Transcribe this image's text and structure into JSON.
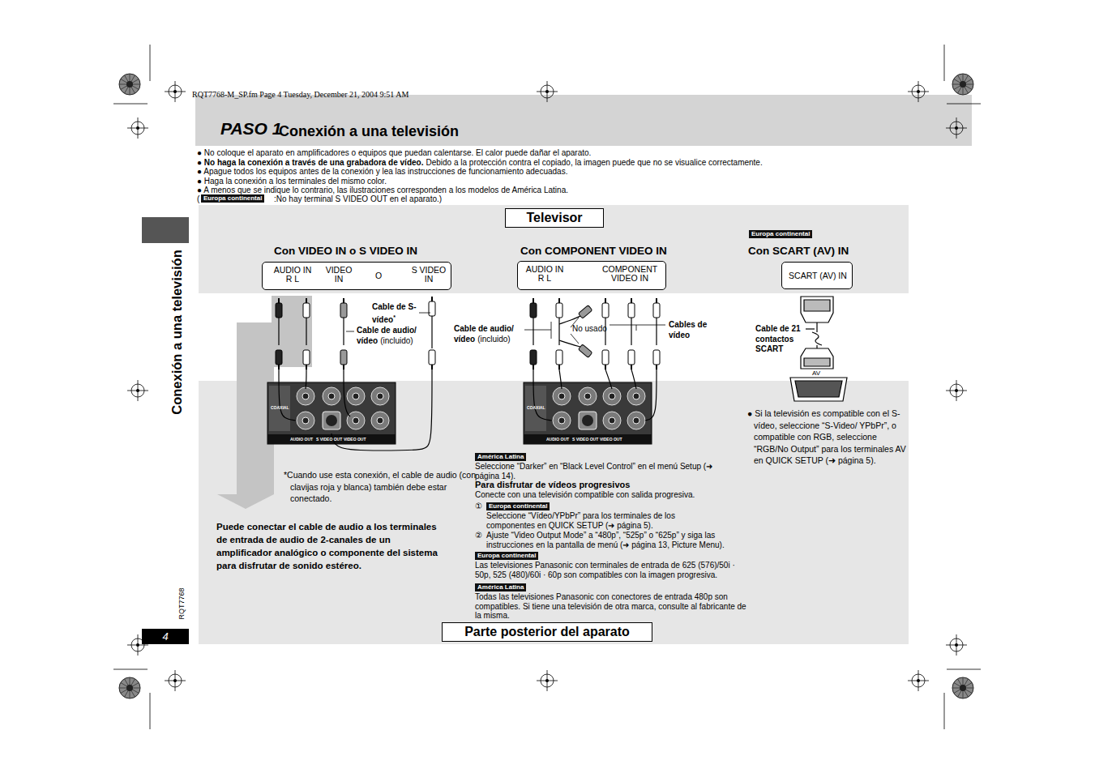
{
  "diagram": {
    "title": "Conexión a una televisión",
    "nodes": [
      {
        "text": [
          "Europa continental"
        ]
      },
      {
        "text": [
          "Televisor"
        ]
      },
      {
        "text": [
          "AUDIO IN R L",
          "VIDEO IN",
          "O",
          "S VIDEO IN"
        ]
      },
      {
        "text": [
          "AUDIO IN R L",
          "COMPONENT VIDEO IN"
        ]
      },
      {
        "text": [
          "Europa continental"
        ]
      },
      {
        "text": [
          "SCART (AV) IN"
        ]
      },
      {
        "text": [
          "América Latina"
        ]
      },
      {
        "text": [
          "Europa continental"
        ]
      },
      {
        "text": [
          "Europa continental"
        ]
      },
      {
        "text": [
          "América Latina"
        ]
      },
      {
        "text": [
          "Parte posterior del aparato"
        ]
      },
      {
        "text": [
          "4"
        ]
      }
    ],
    "labels": [
      "RQT7768-M_SP.fm Page 4 Tuesday, December 21, 2004 9:51 AM",
      "PASO 1",
      "● No coloque el aparato en amplificadores o equipos que puedan calentarse. El calor puede dañar el aparato.",
      "● No haga la conexión a través de una grabadora de vídeo.",
      "Debido a la protección contra el copiado, la imagen puede que no se visualice correctamente.",
      "● Apague todos los equipos antes de la conexión y lea las instrucciones de funcionamiento adecuadas.",
      "● Haga la conexión a los terminales del mismo color.",
      "● A menos que se indique lo contrario, las ilustraciones corresponden a los modelos de América Latina.",
      "(",
      ":No hay terminal S VIDEO OUT en el aparato.)",
      "Con VIDEO IN o S VIDEO IN",
      "Con COMPONENT VIDEO IN",
      "Con SCART (AV) IN",
      "Cable de S-vídeo",
      "*",
      "Cable de audio/ vídeo",
      "(incluido)",
      "Cable de audio/ vídeo",
      "(incluido)",
      "No usado",
      "Cables de vídeo",
      "Cable de 21 contactos SCART",
      "AV",
      "AUDIO OUT",
      "S VIDEO OUT",
      "VIDEO OUT",
      "AUDIO OUT",
      "S VIDEO OUT",
      "VIDEO OUT",
      "COAXIAL",
      "COAXIAL",
      "*Cuando use esta conexión, el cable de audio (con clavijas roja y blanca) también debe estar conectado.",
      "Puede conectar el cable de audio a los terminales de entrada de audio de 2-canales de un amplificador analógico o componente del sistema para disfrutar de sonido estéreo.",
      "Seleccione “Darker” en “Black Level Control” en el menú Setup (➜ página 14).",
      "Para disfrutar de vídeos progresivos",
      "Conecte con una televisión compatible con salida progresiva.",
      "①",
      "Seleccione “Vídeo/YPbPr” para los terminales de los componentes en QUICK SETUP (➜ página 5).",
      "②",
      "Ajuste “Video Output Mode” a “480p”, “525p” o “625p” y siga las instrucciones en la pantalla de menú (➜ página 13, Picture Menu).",
      "Las televisiones Panasonic con terminales de entrada de 625 (576)/50i · 50p, 525 (480)/60i · 60p son compatibles con la imagen progresiva.",
      "Todas las televisiones Panasonic con conectores de entrada 480p son compatibles. Si tiene una televisión de otra marca, consulte al fabricante de la misma.",
      "● Si la televisión es compatible con el S-vídeo, seleccione “S-Video/ YPbPr”, o compatible con RGB, seleccione “RGB/No Output” para los terminales AV en QUICK SETUP (➜ página 5).",
      "Conexión a una televisión",
      "RQT7768"
    ]
  }
}
